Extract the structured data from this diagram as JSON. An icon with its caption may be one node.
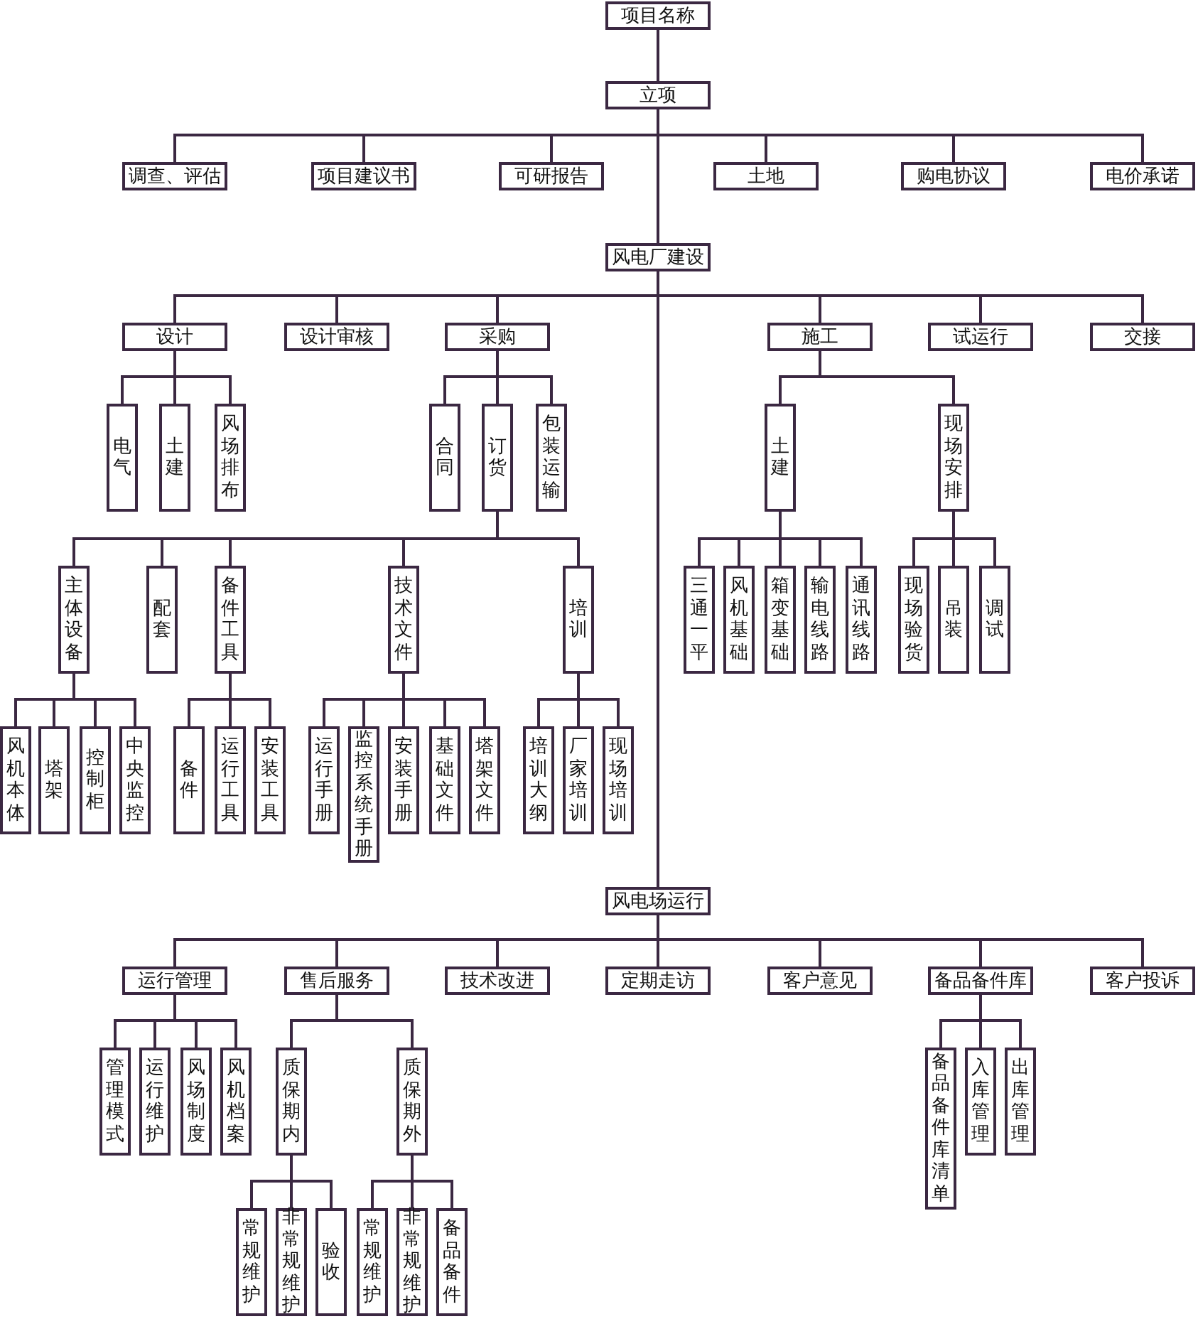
{
  "diagram": {
    "nodes": [
      {
        "text": [
          "项目名称"
        ]
      },
      {
        "text": [
          "立项"
        ]
      },
      {
        "text": [
          "调查、评估"
        ]
      },
      {
        "text": [
          "项目建议书"
        ]
      },
      {
        "text": [
          "可研报告"
        ]
      },
      {
        "text": [
          "土地"
        ]
      },
      {
        "text": [
          "购电协议"
        ]
      },
      {
        "text": [
          "电价承诺"
        ]
      },
      {
        "text": [
          "风电厂建设"
        ]
      },
      {
        "text": [
          "设计"
        ]
      },
      {
        "text": [
          "设计审核"
        ]
      },
      {
        "text": [
          "采购"
        ]
      },
      {
        "text": [
          "施工"
        ]
      },
      {
        "text": [
          "试运行"
        ]
      },
      {
        "text": [
          "交接"
        ]
      },
      {
        "text": [
          "电气"
        ]
      },
      {
        "text": [
          "土建"
        ]
      },
      {
        "text": [
          "风场排布"
        ]
      },
      {
        "text": [
          "合同"
        ]
      },
      {
        "text": [
          "订货"
        ]
      },
      {
        "text": [
          "包装运输"
        ]
      },
      {
        "text": [
          "土建"
        ]
      },
      {
        "text": [
          "现场安排"
        ]
      },
      {
        "text": [
          "主体设备"
        ]
      },
      {
        "text": [
          "配套"
        ]
      },
      {
        "text": [
          "备件工具"
        ]
      },
      {
        "text": [
          "技术文件"
        ]
      },
      {
        "text": [
          "培训"
        ]
      },
      {
        "text": [
          "三通一平"
        ]
      },
      {
        "text": [
          "风机基础"
        ]
      },
      {
        "text": [
          "箱变基础"
        ]
      },
      {
        "text": [
          "输电线路"
        ]
      },
      {
        "text": [
          "通讯线路"
        ]
      },
      {
        "text": [
          "现场验货"
        ]
      },
      {
        "text": [
          "吊装"
        ]
      },
      {
        "text": [
          "调试"
        ]
      },
      {
        "text": [
          "风机本体"
        ]
      },
      {
        "text": [
          "塔架"
        ]
      },
      {
        "text": [
          "控制柜"
        ]
      },
      {
        "text": [
          "中央监控"
        ]
      },
      {
        "text": [
          "备件"
        ]
      },
      {
        "text": [
          "运行工具"
        ]
      },
      {
        "text": [
          "安装工具"
        ]
      },
      {
        "text": [
          "运行手册"
        ]
      },
      {
        "text": [
          "监控系统手册"
        ]
      },
      {
        "text": [
          "安装手册"
        ]
      },
      {
        "text": [
          "基础文件"
        ]
      },
      {
        "text": [
          "塔架文件"
        ]
      },
      {
        "text": [
          "培训大纲"
        ]
      },
      {
        "text": [
          "厂家培训"
        ]
      },
      {
        "text": [
          "现场培训"
        ]
      },
      {
        "text": [
          "风电场运行"
        ]
      },
      {
        "text": [
          "运行管理"
        ]
      },
      {
        "text": [
          "售后服务"
        ]
      },
      {
        "text": [
          "技术改进"
        ]
      },
      {
        "text": [
          "定期走访"
        ]
      },
      {
        "text": [
          "客户意见"
        ]
      },
      {
        "text": [
          "备品备件库"
        ]
      },
      {
        "text": [
          "客户投诉"
        ]
      },
      {
        "text": [
          "管理模式"
        ]
      },
      {
        "text": [
          "运行维护"
        ]
      },
      {
        "text": [
          "风场制度"
        ]
      },
      {
        "text": [
          "风机档案"
        ]
      },
      {
        "text": [
          "质保期内"
        ]
      },
      {
        "text": [
          "质保期外"
        ]
      },
      {
        "text": [
          "备品备件库清单"
        ]
      },
      {
        "text": [
          "入库管理"
        ]
      },
      {
        "text": [
          "出库管理"
        ]
      },
      {
        "text": [
          "常规维护"
        ]
      },
      {
        "text": [
          "非常规维护"
        ]
      },
      {
        "text": [
          "验收"
        ]
      },
      {
        "text": [
          "常规维护"
        ]
      },
      {
        "text": [
          "非常规维护"
        ]
      },
      {
        "text": [
          "备品备件"
        ]
      }
    ],
    "edges": [
      {
        "from": 0,
        "to": 1,
        "arrow": "none"
      },
      {
        "from": 1,
        "to": 2,
        "arrow": "none"
      },
      {
        "from": 1,
        "to": 3,
        "arrow": "none"
      },
      {
        "from": 1,
        "to": 4,
        "arrow": "none"
      },
      {
        "from": 1,
        "to": 5,
        "arrow": "none"
      },
      {
        "from": 1,
        "to": 6,
        "arrow": "none"
      },
      {
        "from": 1,
        "to": 7,
        "arrow": "none"
      },
      {
        "from": 1,
        "to": 8,
        "arrow": "none"
      },
      {
        "from": 8,
        "to": 9,
        "arrow": "none"
      },
      {
        "from": 8,
        "to": 10,
        "arrow": "none"
      },
      {
        "from": 8,
        "to": 11,
        "arrow": "none"
      },
      {
        "from": 8,
        "to": 12,
        "arrow": "none"
      },
      {
        "from": 8,
        "to": 13,
        "arrow": "none"
      },
      {
        "from": 8,
        "to": 14,
        "arrow": "none"
      },
      {
        "from": 8,
        "to": 51,
        "arrow": "none"
      },
      {
        "from": 9,
        "to": 15,
        "arrow": "none"
      },
      {
        "from": 9,
        "to": 16,
        "arrow": "none"
      },
      {
        "from": 9,
        "to": 17,
        "arrow": "none"
      },
      {
        "from": 11,
        "to": 18,
        "arrow": "none"
      },
      {
        "from": 11,
        "to": 19,
        "arrow": "none"
      },
      {
        "from": 11,
        "to": 20,
        "arrow": "none"
      },
      {
        "from": 12,
        "to": 21,
        "arrow": "none"
      },
      {
        "from": 12,
        "to": 22,
        "arrow": "none"
      },
      {
        "from": 19,
        "to": 23,
        "arrow": "none"
      },
      {
        "from": 19,
        "to": 24,
        "arrow": "none"
      },
      {
        "from": 19,
        "to": 25,
        "arrow": "none"
      },
      {
        "from": 19,
        "to": 26,
        "arrow": "none"
      },
      {
        "from": 19,
        "to": 27,
        "arrow": "none"
      },
      {
        "from": 21,
        "to": 28,
        "arrow": "none"
      },
      {
        "from": 21,
        "to": 29,
        "arrow": "none"
      },
      {
        "from": 21,
        "to": 30,
        "arrow": "none"
      },
      {
        "from": 21,
        "to": 31,
        "arrow": "none"
      },
      {
        "from": 21,
        "to": 32,
        "arrow": "none"
      },
      {
        "from": 22,
        "to": 33,
        "arrow": "none"
      },
      {
        "from": 22,
        "to": 34,
        "arrow": "none"
      },
      {
        "from": 22,
        "to": 35,
        "arrow": "none"
      },
      {
        "from": 23,
        "to": 36,
        "arrow": "none"
      },
      {
        "from": 23,
        "to": 37,
        "arrow": "none"
      },
      {
        "from": 23,
        "to": 38,
        "arrow": "none"
      },
      {
        "from": 23,
        "to": 39,
        "arrow": "none"
      },
      {
        "from": 25,
        "to": 40,
        "arrow": "none"
      },
      {
        "from": 25,
        "to": 41,
        "arrow": "none"
      },
      {
        "from": 25,
        "to": 42,
        "arrow": "none"
      },
      {
        "from": 26,
        "to": 43,
        "arrow": "none"
      },
      {
        "from": 26,
        "to": 44,
        "arrow": "none"
      },
      {
        "from": 26,
        "to": 45,
        "arrow": "none"
      },
      {
        "from": 26,
        "to": 46,
        "arrow": "none"
      },
      {
        "from": 26,
        "to": 47,
        "arrow": "none"
      },
      {
        "from": 27,
        "to": 48,
        "arrow": "none"
      },
      {
        "from": 27,
        "to": 49,
        "arrow": "none"
      },
      {
        "from": 27,
        "to": 50,
        "arrow": "none"
      },
      {
        "from": 51,
        "to": 52,
        "arrow": "none"
      },
      {
        "from": 51,
        "to": 53,
        "arrow": "none"
      },
      {
        "from": 51,
        "to": 54,
        "arrow": "none"
      },
      {
        "from": 51,
        "to": 55,
        "arrow": "none"
      },
      {
        "from": 51,
        "to": 56,
        "arrow": "none"
      },
      {
        "from": 51,
        "to": 57,
        "arrow": "none"
      },
      {
        "from": 51,
        "to": 58,
        "arrow": "none"
      },
      {
        "from": 52,
        "to": 59,
        "arrow": "none"
      },
      {
        "from": 52,
        "to": 60,
        "arrow": "none"
      },
      {
        "from": 52,
        "to": 61,
        "arrow": "none"
      },
      {
        "from": 52,
        "to": 62,
        "arrow": "none"
      },
      {
        "from": 53,
        "to": 63,
        "arrow": "none"
      },
      {
        "from": 53,
        "to": 64,
        "arrow": "none"
      },
      {
        "from": 57,
        "to": 65,
        "arrow": "none"
      },
      {
        "from": 57,
        "to": 66,
        "arrow": "none"
      },
      {
        "from": 57,
        "to": 67,
        "arrow": "none"
      },
      {
        "from": 63,
        "to": 68,
        "arrow": "none"
      },
      {
        "from": 63,
        "to": 69,
        "arrow": "none"
      },
      {
        "from": 63,
        "to": 70,
        "arrow": "none"
      },
      {
        "from": 64,
        "to": 71,
        "arrow": "none"
      },
      {
        "from": 64,
        "to": 72,
        "arrow": "none"
      },
      {
        "from": 64,
        "to": 73,
        "arrow": "none"
      }
    ]
  }
}
